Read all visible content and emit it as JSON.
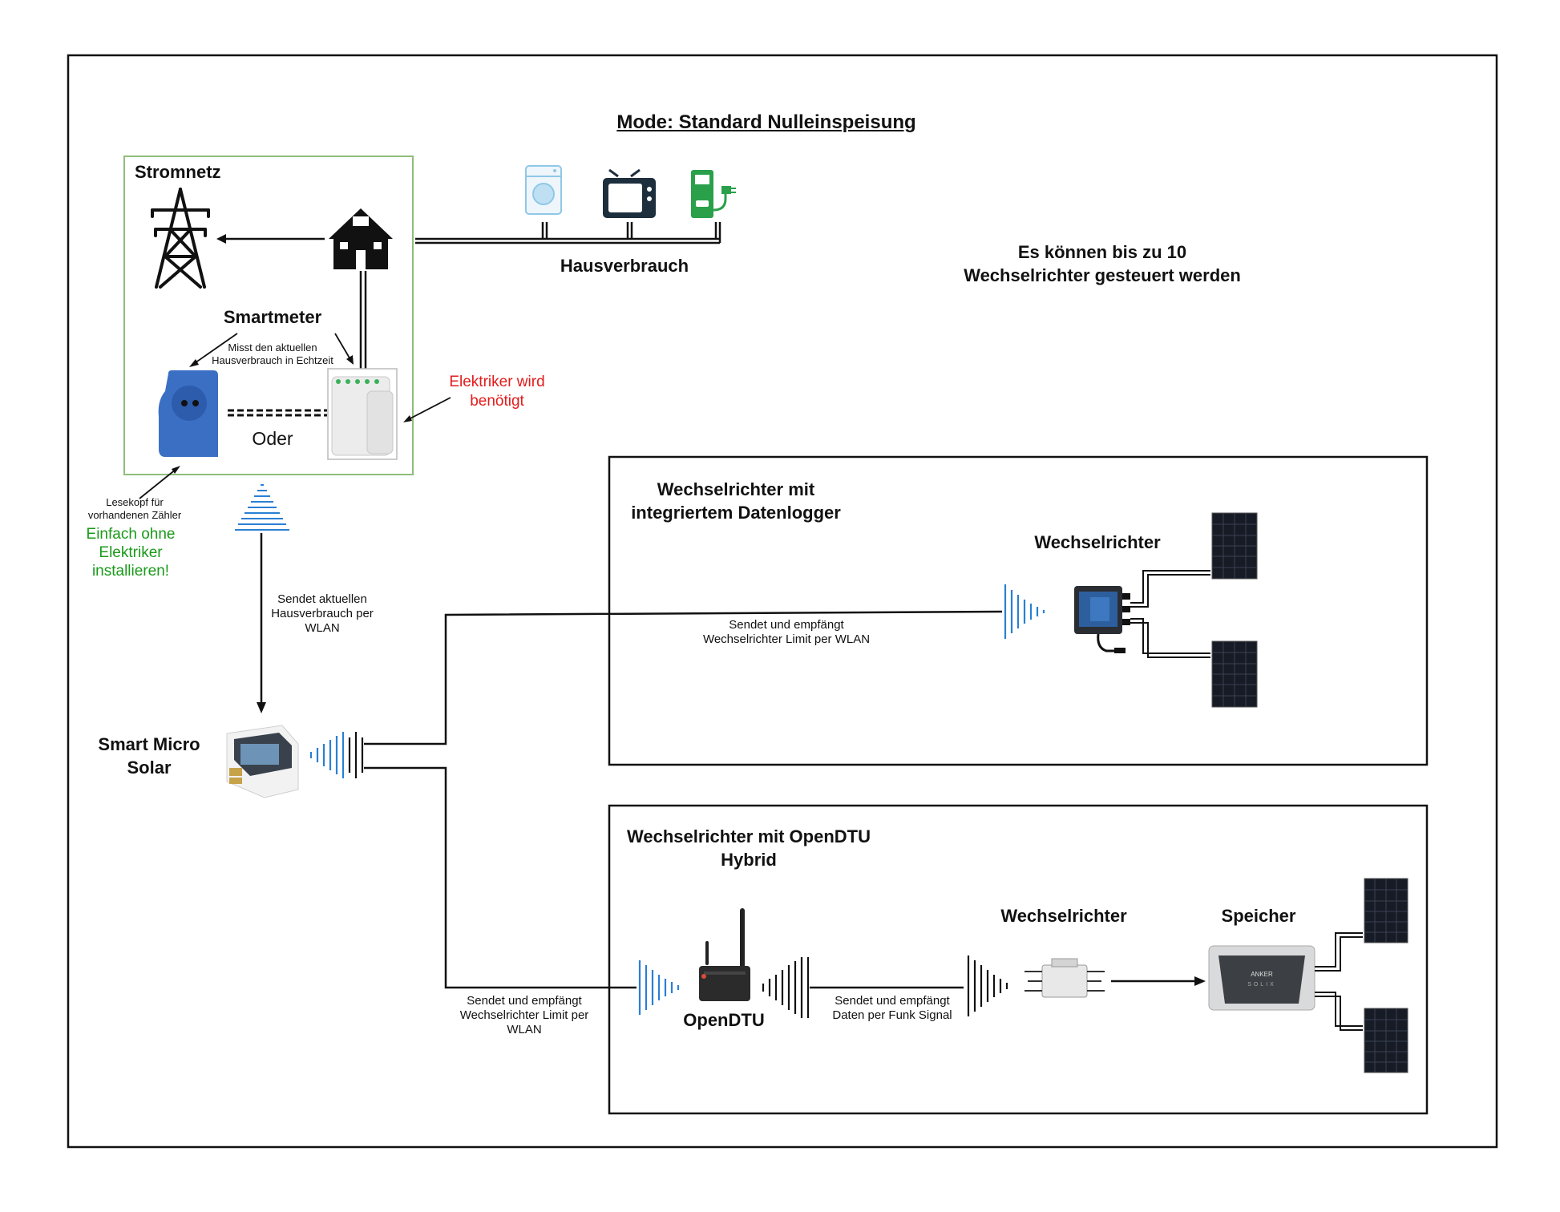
{
  "title": "Mode: Standard Nulleinspeisung",
  "grid": {
    "label": "Stromnetz",
    "smartmeter_label": "Smartmeter",
    "smartmeter_desc_1": "Misst den aktuellen",
    "smartmeter_desc_2": "Hausverbrauch in Echtzeit",
    "oder": "Oder",
    "electrician_1": "Elektriker wird",
    "electrician_2": "benötigt",
    "reader_1": "Lesekopf für",
    "reader_2": "vorhandenen Zähler",
    "easy_1": "Einfach ohne",
    "easy_2": "Elektriker",
    "easy_3": "installieren!"
  },
  "consumption": {
    "label": "Hausverbrauch"
  },
  "max_info": {
    "line1": "Es können bis zu 10",
    "line2": "Wechselrichter gesteuert werden"
  },
  "sends_consumption": {
    "line1": "Sendet aktuellen",
    "line2": "Hausverbrauch per",
    "line3": "WLAN"
  },
  "device": {
    "line1": "Smart Micro",
    "line2": "Solar"
  },
  "box1": {
    "title_1": "Wechselrichter mit",
    "title_2": "integriertem Datenlogger",
    "inverter_label": "Wechselrichter",
    "link_1": "Sendet und empfängt",
    "link_2": "Wechselrichter Limit per WLAN"
  },
  "box2": {
    "title_1": "Wechselrichter mit OpenDTU",
    "title_2": "Hybrid",
    "opendtu_label": "OpenDTU",
    "inverter_label": "Wechselrichter",
    "storage_label": "Speicher",
    "left_link_1": "Sendet und empfängt",
    "left_link_2": "Wechselrichter Limit per",
    "left_link_3": "WLAN",
    "radio_link_1": "Sendet und empfängt",
    "radio_link_2": "Daten per Funk Signal",
    "storage_brand_1": "ANKER",
    "storage_brand_2": "SOLIX"
  },
  "colors": {
    "red": "#e31b1b",
    "green": "#1a9a1a",
    "blue": "#2a7fd4",
    "frame_green": "#8fbe7a"
  }
}
